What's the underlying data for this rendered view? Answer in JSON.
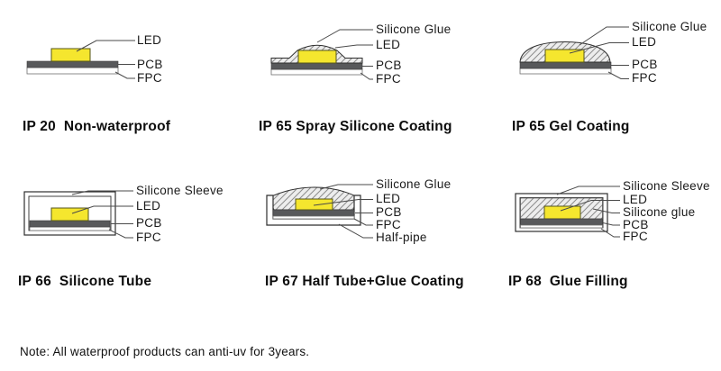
{
  "note": "Note: All waterproof products can anti-uv for 3years.",
  "colors": {
    "led": "#F5E62E",
    "pcb": "#58595B",
    "fpc": "#FFFFFF",
    "hatch_bg": "#EDEDED",
    "hatch_line": "#8C8C8C",
    "outline": "#2E2E2E",
    "leader": "#4A4A4A",
    "text": "#1A1A1A"
  },
  "diagrams": [
    {
      "title": "IP 20  Non-waterproof",
      "labels": {
        "led": "LED",
        "pcb": "PCB",
        "fpc": "FPC"
      }
    },
    {
      "title": "IP 65 Spray Silicone Coating",
      "labels": {
        "silicone_glue": "Silicone Glue",
        "led": "LED",
        "pcb": "PCB",
        "fpc": "FPC"
      }
    },
    {
      "title": "IP 65 Gel Coating",
      "labels": {
        "silicone_glue": "Silicone Glue",
        "led": "LED",
        "pcb": "PCB",
        "fpc": "FPC"
      }
    },
    {
      "title": "IP 66  Silicone Tube",
      "labels": {
        "silicone_sleeve": "Silicone Sleeve",
        "led": "LED",
        "pcb": "PCB",
        "fpc": "FPC"
      }
    },
    {
      "title": "IP 67 Half Tube+Glue Coating",
      "labels": {
        "silicone_glue": "Silicone Glue",
        "led": "LED",
        "pcb": "PCB",
        "fpc": "FPC",
        "half_pipe": "Half-pipe"
      }
    },
    {
      "title": "IP 68  Glue Filling",
      "labels": {
        "silicone_sleeve": "Silicone Sleeve",
        "led": "LED",
        "silicone_glue": "Silicone glue",
        "pcb": "PCB",
        "fpc": "FPC"
      }
    }
  ]
}
